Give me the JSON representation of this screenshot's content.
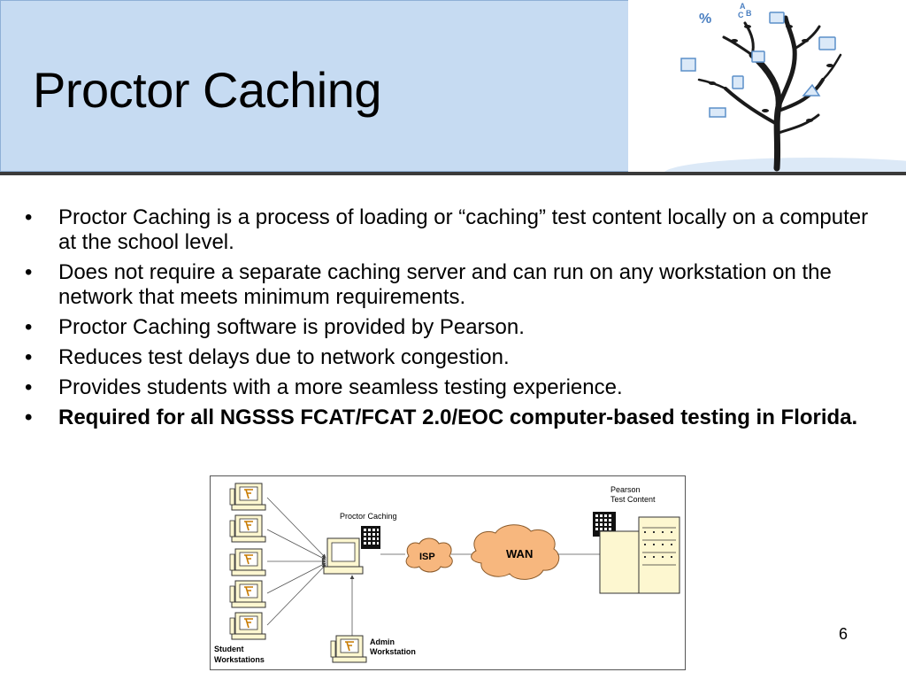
{
  "slide": {
    "title": "Proctor Caching",
    "page_number": "6",
    "bullets": [
      {
        "text": "Proctor Caching is a process of loading or “caching” test content locally on a computer at the school level.",
        "bold": false
      },
      {
        "text": "Does not require a separate caching server and can run on any workstation on the network that meets minimum requirements.",
        "bold": false
      },
      {
        "text": "Proctor Caching software is provided by Pearson.",
        "bold": false
      },
      {
        "text": "Reduces test delays due to network congestion.",
        "bold": false
      },
      {
        "text": "Provides students with a more seamless testing experience.",
        "bold": false
      },
      {
        "text": "Required for all NGSSS FCAT/FCAT 2.0/EOC computer-based testing in Florida.",
        "bold": true
      }
    ],
    "bullet_glyph": "•"
  },
  "diagram": {
    "proctor_caching_label": "Proctor Caching",
    "isp_label": "ISP",
    "wan_label": "WAN",
    "pearson_label_line1": "Pearson",
    "pearson_label_line2": "Test Content",
    "student_label_line1": "Student",
    "student_label_line2": "Workstations",
    "admin_label_line1": "Admin",
    "admin_label_line2": "Workstation"
  },
  "decor": {
    "tree_glyphs": [
      "%",
      "A",
      "C",
      "B"
    ]
  }
}
